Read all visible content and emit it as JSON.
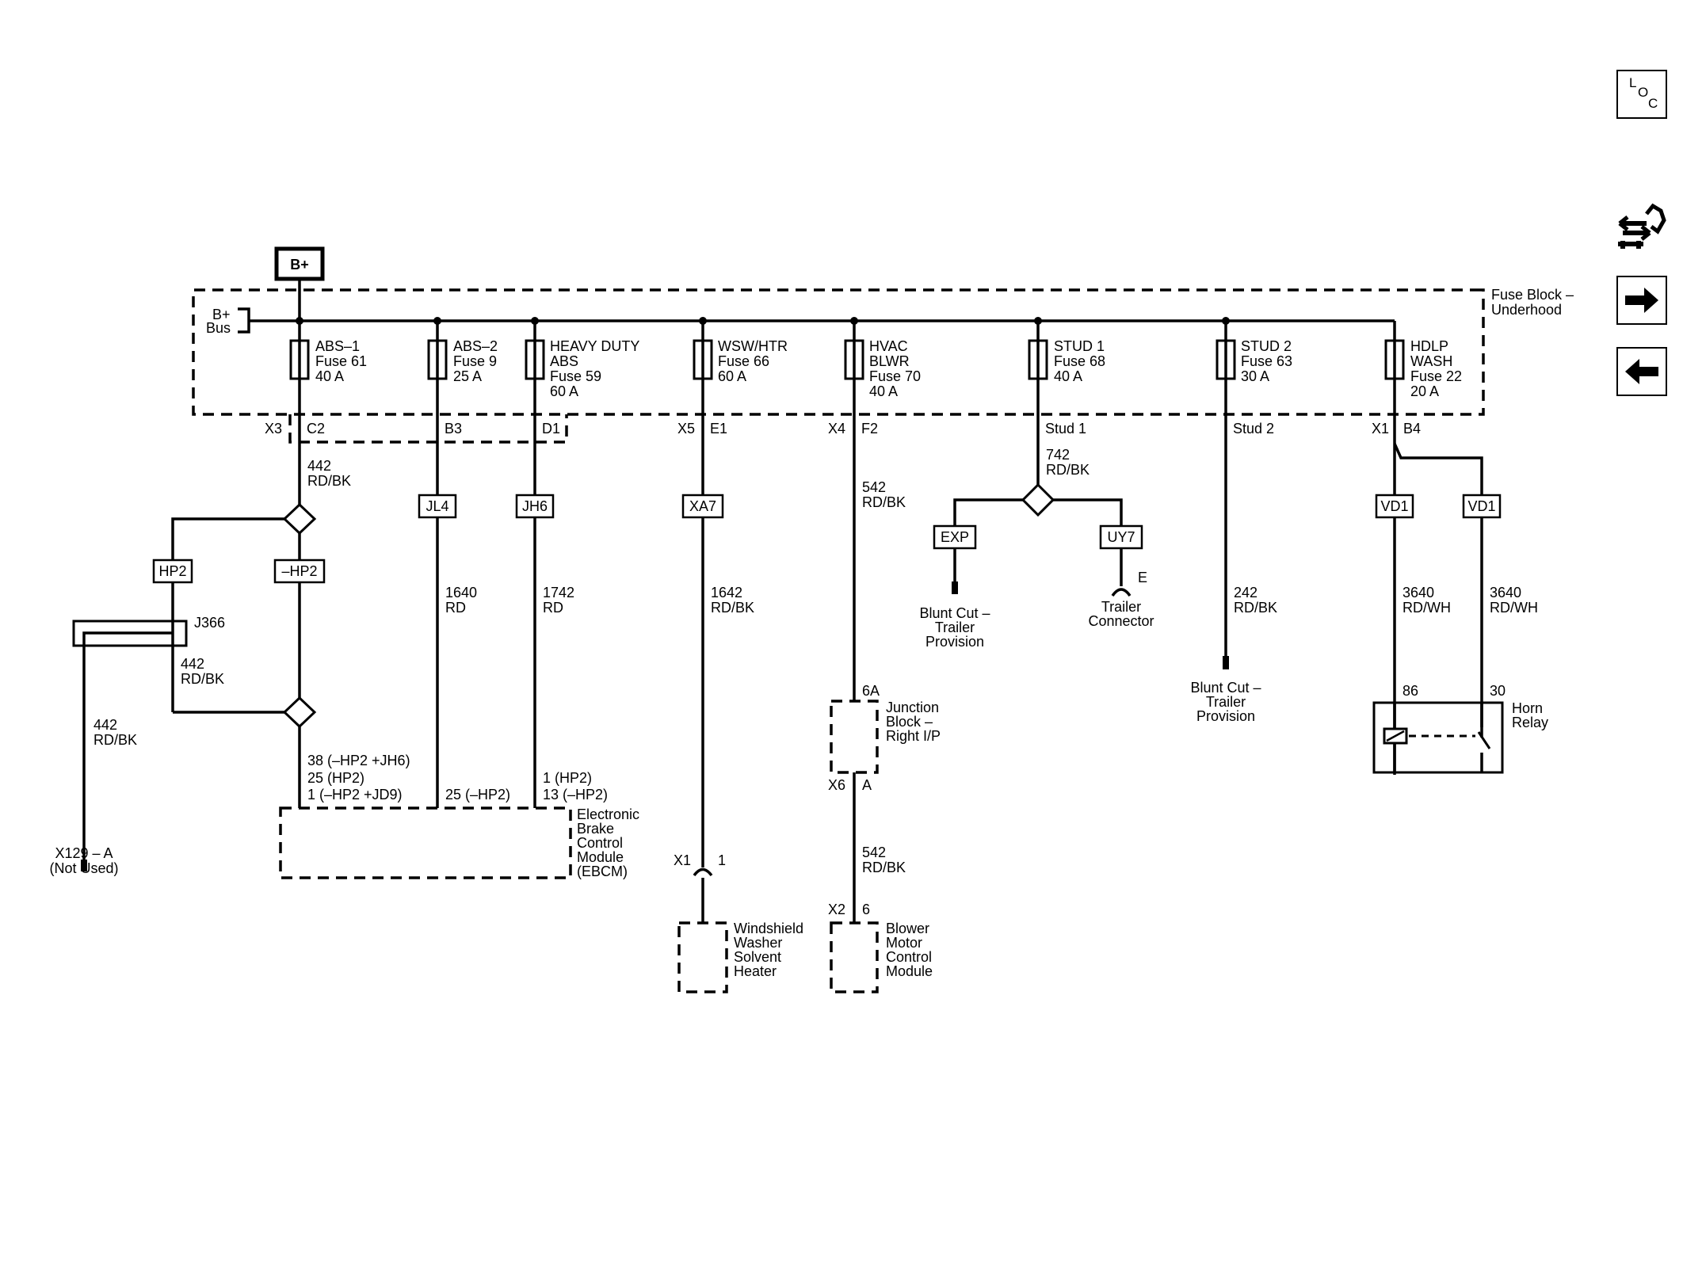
{
  "nav": {
    "loc": {
      "l": "L",
      "o": "O",
      "c": "C"
    }
  },
  "bplus_label": "B+",
  "bus_label": [
    "B+",
    "Bus"
  ],
  "fuse_block_label": [
    "Fuse Block –",
    "Underhood"
  ],
  "fuses": [
    {
      "lines": [
        "ABS–1",
        "Fuse 61",
        "40 A"
      ]
    },
    {
      "lines": [
        "ABS–2",
        "Fuse 9",
        "25 A"
      ]
    },
    {
      "lines": [
        "HEAVY DUTY",
        "ABS",
        "Fuse 59",
        "60 A"
      ]
    },
    {
      "lines": [
        "WSW/HTR",
        "Fuse 66",
        "60 A"
      ]
    },
    {
      "lines": [
        "HVAC",
        "BLWR",
        "Fuse 70",
        "40 A"
      ]
    },
    {
      "lines": [
        "STUD 1",
        "Fuse 68",
        "40 A"
      ]
    },
    {
      "lines": [
        "STUD 2",
        "Fuse 63",
        "30 A"
      ]
    },
    {
      "lines": [
        "HDLP",
        "WASH",
        "Fuse 22",
        "20 A"
      ]
    }
  ],
  "connectors": {
    "x3": "X3",
    "c2": "C2",
    "b3": "B3",
    "d1": "D1",
    "x5": "X5",
    "e1": "E1",
    "x4": "X4",
    "f2": "F2",
    "stud1": "Stud 1",
    "stud2": "Stud 2",
    "x1": "X1",
    "b4": "B4"
  },
  "options": {
    "hp2": "HP2",
    "nhp2": "–HP2",
    "jl4": "JL4",
    "jh6": "JH6",
    "xa7": "XA7",
    "exp": "EXP",
    "uy7": "UY7",
    "vd1a": "VD1",
    "vd1b": "VD1"
  },
  "wires": {
    "w442a": [
      "442",
      "RD/BK"
    ],
    "w442b": [
      "442",
      "RD/BK"
    ],
    "w442c": [
      "442",
      "RD/BK"
    ],
    "w1640": [
      "1640",
      "RD"
    ],
    "w1742": [
      "1742",
      "RD"
    ],
    "w1642": [
      "1642",
      "RD/BK"
    ],
    "w542a": [
      "542",
      "RD/BK"
    ],
    "w542b": [
      "542",
      "RD/BK"
    ],
    "w742": [
      "742",
      "RD/BK"
    ],
    "w242": [
      "242",
      "RD/BK"
    ],
    "w3640a": [
      "3640",
      "RD/WH"
    ],
    "w3640b": [
      "3640",
      "RD/WH"
    ]
  },
  "j366": "J366",
  "x129": [
    "X129 – A",
    "(Not Used)"
  ],
  "ebcm_pins": {
    "a": [
      "38 (–HP2 +JH6)",
      "25 (HP2)",
      "1 (–HP2 +JD9)"
    ],
    "b": "25 (–HP2)",
    "c": [
      "1 (HP2)",
      "13 (–HP2)"
    ]
  },
  "ebcm_label": [
    "Electronic",
    "Brake",
    "Control",
    "Module",
    "(EBCM)"
  ],
  "blunt1": [
    "Blunt Cut –",
    "Trailer",
    "Provision"
  ],
  "trailer_pin": "E",
  "trailer_conn": [
    "Trailer",
    "Connector"
  ],
  "blunt2": [
    "Blunt Cut –",
    "Trailer",
    "Provision"
  ],
  "junction": {
    "pin_top": "6A",
    "x6": "X6",
    "pin_a": "A",
    "label": [
      "Junction",
      "Block –",
      "Right I/P"
    ]
  },
  "blower": {
    "x2": "X2",
    "pin": "6",
    "label": [
      "Blower",
      "Motor",
      "Control",
      "Module"
    ]
  },
  "washer": {
    "x1": "X1",
    "pin": "1",
    "label": [
      "Windshield",
      "Washer",
      "Solvent",
      "Heater"
    ]
  },
  "horn": {
    "p86": "86",
    "p30": "30",
    "label": [
      "Horn",
      "Relay"
    ]
  }
}
